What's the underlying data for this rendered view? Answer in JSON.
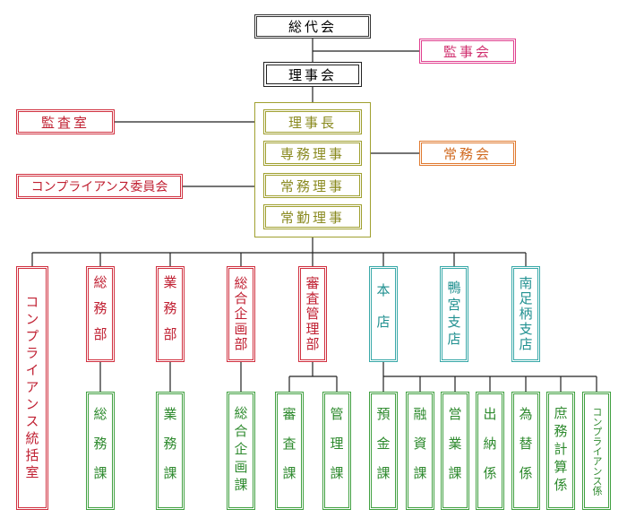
{
  "nodes": {
    "sodaikai": "総代会",
    "kansakai": "監事会",
    "rijikai": "理事会",
    "kansashitsu": "監査室",
    "compliance_committee": "コンプライアンス委員会",
    "rijicho": "理事長",
    "senmu": "専務理事",
    "jomu": "常務理事",
    "jokin": "常勤理事",
    "jomukai": "常務会",
    "compliance_dept": "コンプライアンス統括室",
    "somubu": "総務部",
    "gyomubu": "業務部",
    "sogokikakubu": "総合企画部",
    "shinsakanribu": "審査管理部",
    "honten": "本店",
    "kamomiya": "鴨宮支店",
    "minamiashigara": "南足柄支店",
    "somuka": "総務課",
    "gyomuka": "業務課",
    "sogokikakuka": "総合企画課",
    "shinsaka": "審査課",
    "kanrika": "管理課",
    "yokinka": "預金課",
    "yushika": "融資課",
    "eigyoka": "営業課",
    "suitogakari": "出納係",
    "kawasegakari": "為替係",
    "shomukeisangakari": "庶務計算係",
    "compliance_gakari": "コンプライアンス係"
  }
}
